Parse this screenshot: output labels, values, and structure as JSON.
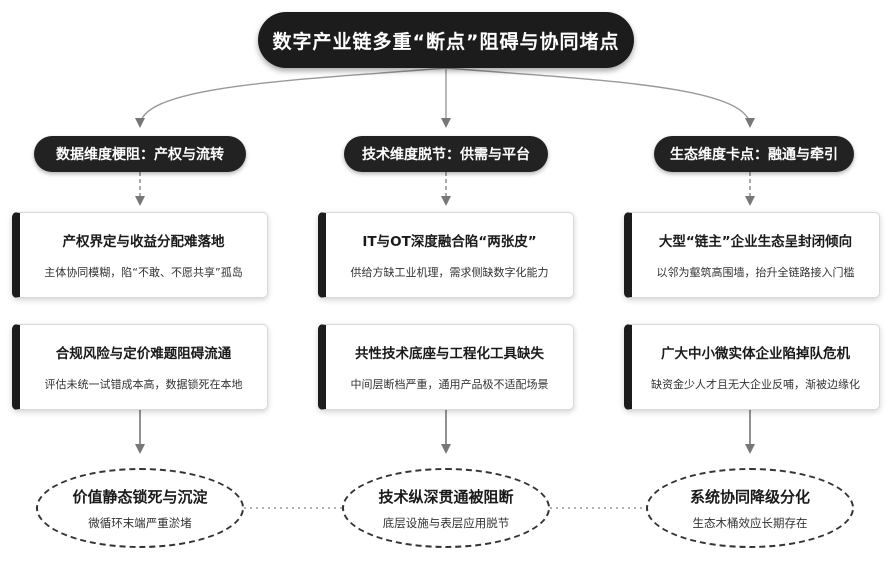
{
  "title": "数字产业链多重“断点”阻碍与协同堵点",
  "columns": [
    {
      "dimension": "数据维度梗阻：产权与流转",
      "cards": [
        {
          "title": "产权界定与收益分配难落地",
          "desc": "主体协同模糊，陷“不敢、不愿共享”孤岛"
        },
        {
          "title": "合规风险与定价难题阻碍流通",
          "desc": "评估未统一试错成本高，数据锁死在本地"
        }
      ],
      "outcome": {
        "title": "价值静态锁死与沉淀",
        "desc": "微循环末端严重淤堵"
      }
    },
    {
      "dimension": "技术维度脱节：供需与平台",
      "cards": [
        {
          "title": "IT与OT深度融合陷“两张皮”",
          "desc": "供给方缺工业机理，需求侧缺数字化能力"
        },
        {
          "title": "共性技术底座与工程化工具缺失",
          "desc": "中间层断档严重，通用产品极不适配场景"
        }
      ],
      "outcome": {
        "title": "技术纵深贯通被阻断",
        "desc": "底层设施与表层应用脱节"
      }
    },
    {
      "dimension": "生态维度卡点：融通与牵引",
      "cards": [
        {
          "title": "大型“链主”企业生态呈封闭倾向",
          "desc": "以邻为壑筑高围墙，抬升全链路接入门槛"
        },
        {
          "title": "广大中小微实体企业陷掉队危机",
          "desc": "缺资金少人才且无大企业反哺，渐被边缘化"
        }
      ],
      "outcome": {
        "title": "系统协同降级分化",
        "desc": "生态木桶效应长期存在"
      }
    }
  ]
}
